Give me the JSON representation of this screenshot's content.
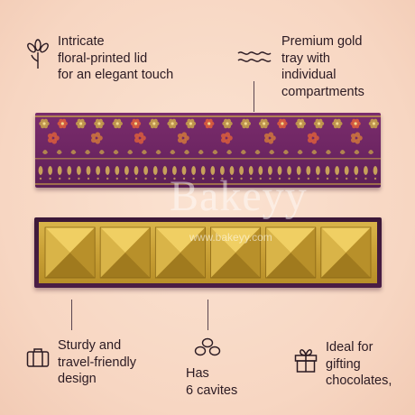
{
  "features": {
    "lid": [
      "Intricate",
      "floral-printed lid",
      "for an elegant touch"
    ],
    "tray": [
      "Premium gold",
      "tray with",
      "individual",
      "compartments"
    ],
    "sturdy": [
      "Sturdy and",
      "travel-friendly",
      "design"
    ],
    "cavities": [
      "Has",
      "6 cavites"
    ],
    "gifting": [
      "Ideal for",
      "gifting",
      "chocolates,"
    ]
  },
  "icons": {
    "lid": "flower-icon",
    "tray": "waves-icon",
    "sturdy": "briefcase-icon",
    "cavities": "chocolates-icon",
    "gifting": "gift-icon"
  },
  "watermark": {
    "brand": "Bakeyy",
    "url": "www.bakeyy.com"
  },
  "colors": {
    "lid": "#6e2663",
    "tray_gold": "#c9a035",
    "background": "#f7d6c2"
  }
}
